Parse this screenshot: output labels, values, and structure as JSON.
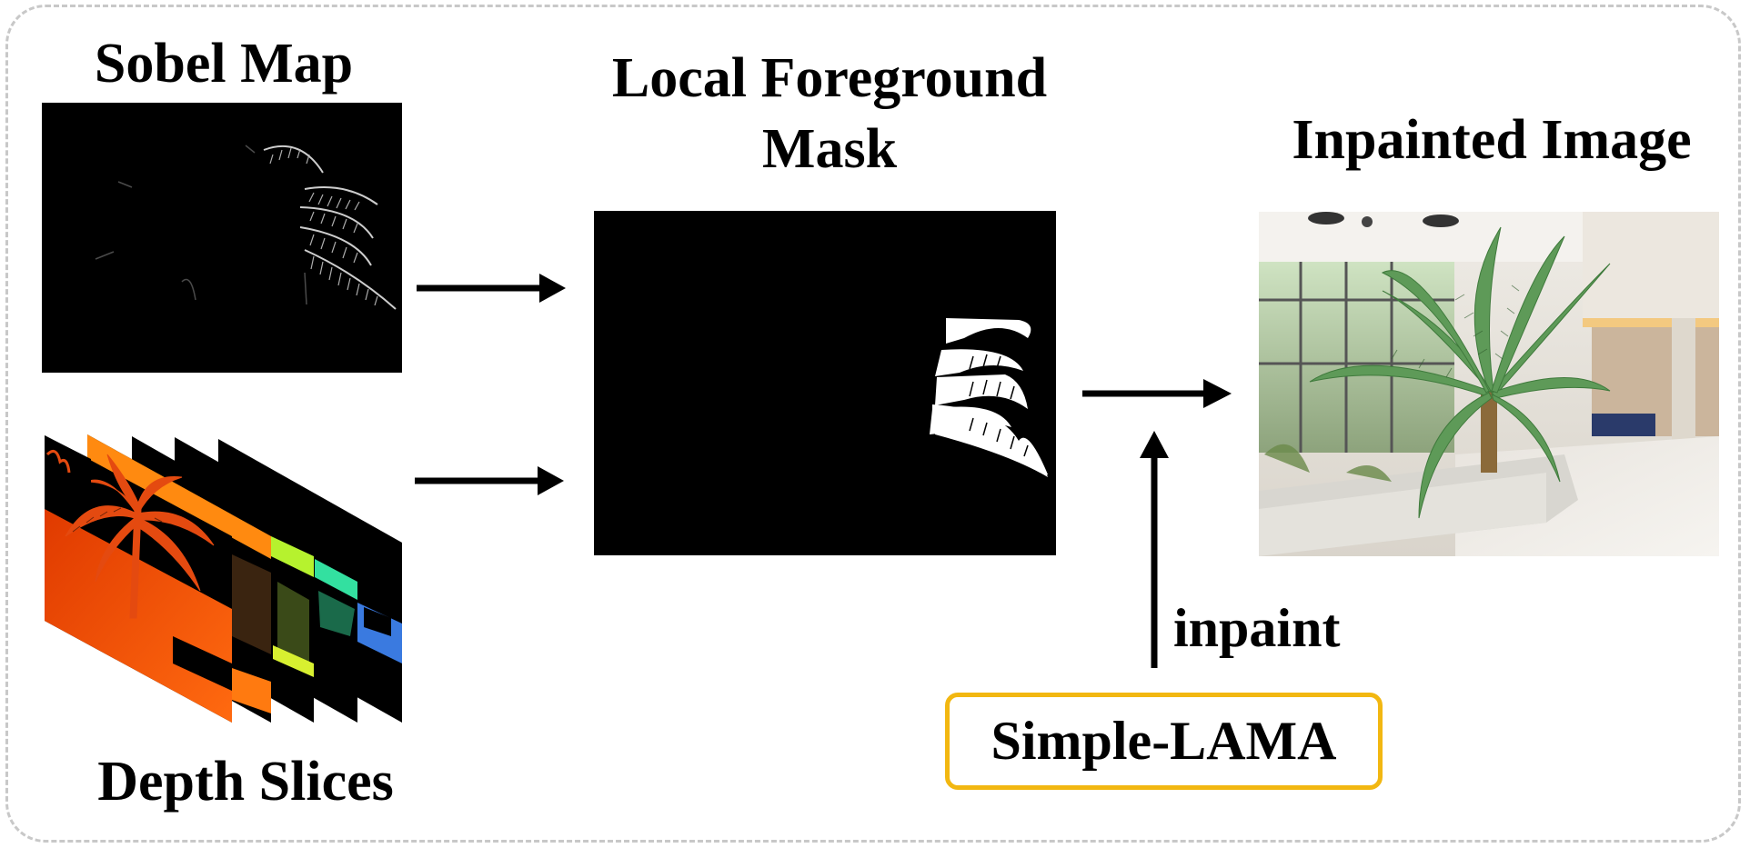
{
  "labels": {
    "sobel_map": "Sobel Map",
    "depth_slices": "Depth Slices",
    "local_mask_line1": "Local Foreground",
    "local_mask_line2": "Mask",
    "inpainted_image": "Inpainted Image",
    "inpaint_step": "inpaint",
    "simple_lama": "Simple-LAMA"
  },
  "colors": {
    "frame_border": "#c8c8c8",
    "lama_border": "#f2b711",
    "arrow": "#000000",
    "panel_bg": "#000000"
  },
  "icons": {
    "arrow": "arrow-right",
    "arrow_up": "arrow-up"
  }
}
